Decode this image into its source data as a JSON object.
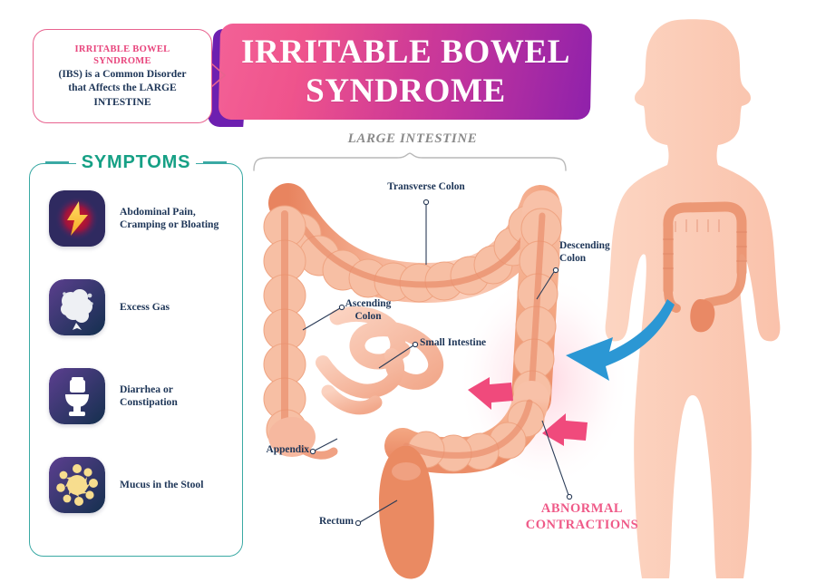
{
  "callout": {
    "line1": "IRRITABLE BOWEL",
    "line2": "SYNDROME",
    "line3": "(IBS) is a Common Disorder",
    "line4": "that Affects the LARGE",
    "line5": "INTESTINE"
  },
  "banner": {
    "line1": "IRRITABLE BOWEL",
    "line2": "SYNDROME",
    "gradient_start": "#f2508b",
    "gradient_end": "#8f21ab",
    "shadow_color": "#6d1fb0"
  },
  "diagram": {
    "caption": "LARGE INTESTINE",
    "caption_color": "#8a8a8a",
    "labels": {
      "transverse_colon": "Transverse Colon",
      "descending_colon_line1": "Descending",
      "descending_colon_line2": "Colon",
      "ascending_colon_line1": "Ascending",
      "ascending_colon_line2": "Colon",
      "small_intestine": "Small Intestine",
      "appendix": "Appendix",
      "rectum": "Rectum"
    },
    "abnormal": {
      "line1": "ABNORMAL",
      "line2": "CONTRACTIONS",
      "color": "#ef5a88"
    },
    "colon_color": "#f0a183",
    "arrow_pink": "#f04a7c",
    "arrow_blue": "#2b97d4",
    "skin_color": "#fbcdb8"
  },
  "symptoms": {
    "title": "SYMPTOMS",
    "accent_color": "#16a085",
    "border_color": "#3aa9a4",
    "items": [
      {
        "icon": "lightning-bolt-icon",
        "label_line1": "Abdominal Pain,",
        "label_line2": "Cramping or Bloating"
      },
      {
        "icon": "gas-cloud-icon",
        "label_line1": "Excess Gas",
        "label_line2": ""
      },
      {
        "icon": "toilet-icon",
        "label_line1": "Diarrhea or",
        "label_line2": "Constipation"
      },
      {
        "icon": "mucus-blob-icon",
        "label_line1": "Mucus in the Stool",
        "label_line2": ""
      }
    ]
  }
}
